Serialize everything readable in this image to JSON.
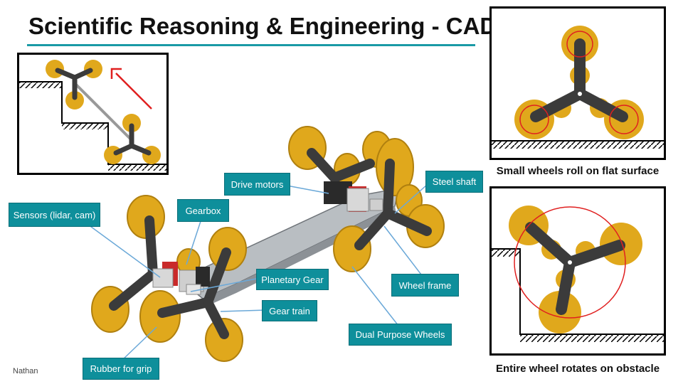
{
  "title": "Scientific Reasoning & Engineering - CAD",
  "author": "Nathan",
  "labels": {
    "drive_motors": "Drive motors",
    "steel_shaft": "Steel shaft",
    "sensors": "Sensors (lidar, cam)",
    "gearbox": "Gearbox",
    "planetary_gear": "Planetary Gear",
    "wheel_frame": "Wheel frame",
    "gear_train": "Gear train",
    "dual_purpose_wheels": "Dual Purpose Wheels",
    "rubber_grip": "Rubber for grip"
  },
  "captions": {
    "flat": "Small wheels roll on flat surface",
    "obstacle": "Entire wheel rotates on obstacle"
  },
  "colors": {
    "accent": "#0e8f9b",
    "wheel": "#e0a81c",
    "frame": "#3b3b3b",
    "arrow": "#e02020"
  }
}
